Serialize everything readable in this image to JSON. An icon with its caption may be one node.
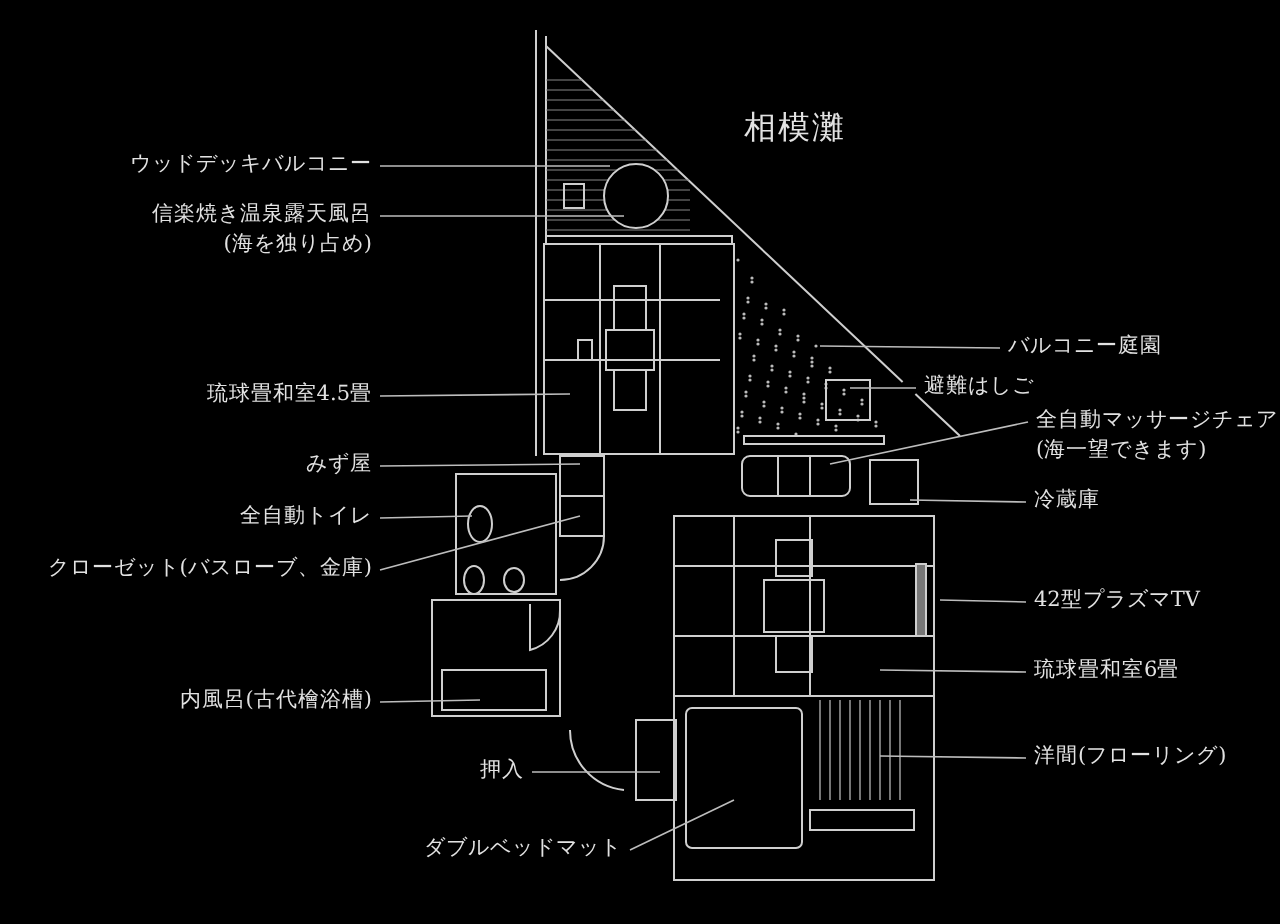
{
  "diagram": {
    "nodes": [
      {
        "text": [
          "ウッドデッキバルコニー"
        ]
      },
      {
        "text": [
          "信楽焼き温泉露天風呂 (海を独り占め)"
        ]
      },
      {
        "text": [
          "琉球畳和室4.5畳"
        ]
      },
      {
        "text": [
          "みず屋"
        ]
      },
      {
        "text": [
          "全自動トイレ"
        ]
      },
      {
        "text": [
          "クローゼット(バスローブ、金庫)"
        ]
      },
      {
        "text": [
          "内風呂(古代檜浴槽)"
        ]
      },
      {
        "text": [
          "押入"
        ]
      },
      {
        "text": [
          "ダブルベッドマット"
        ]
      },
      {
        "text": [
          "バルコニー庭園"
        ]
      },
      {
        "text": [
          "避難はしご"
        ]
      },
      {
        "text": [
          "全自動マッサージチェア (海一望できます)"
        ]
      },
      {
        "text": [
          "冷蔵庫"
        ]
      },
      {
        "text": [
          "42型プラズマTV"
        ]
      },
      {
        "text": [
          "琉球畳和室6畳"
        ]
      },
      {
        "text": [
          "洋間(フローリング)"
        ]
      }
    ],
    "edges": [
      {
        "from": 0,
        "to": null,
        "arrow": "none"
      },
      {
        "from": 1,
        "to": null,
        "arrow": "none"
      },
      {
        "from": 2,
        "to": null,
        "arrow": "none"
      },
      {
        "from": 3,
        "to": null,
        "arrow": "none"
      },
      {
        "from": 4,
        "to": null,
        "arrow": "none"
      },
      {
        "from": 5,
        "to": null,
        "arrow": "none"
      },
      {
        "from": 6,
        "to": null,
        "arrow": "none"
      },
      {
        "from": 7,
        "to": null,
        "arrow": "none"
      },
      {
        "from": 8,
        "to": null,
        "arrow": "none"
      },
      {
        "from": 9,
        "to": null,
        "arrow": "none"
      },
      {
        "from": 10,
        "to": null,
        "arrow": "none"
      },
      {
        "from": 11,
        "to": null,
        "arrow": "none"
      },
      {
        "from": 12,
        "to": null,
        "arrow": "none"
      },
      {
        "from": 13,
        "to": null,
        "arrow": "none"
      },
      {
        "from": 14,
        "to": null,
        "arrow": "none"
      },
      {
        "from": 15,
        "to": null,
        "arrow": "none"
      }
    ],
    "labels": [
      "相模灘"
    ]
  }
}
